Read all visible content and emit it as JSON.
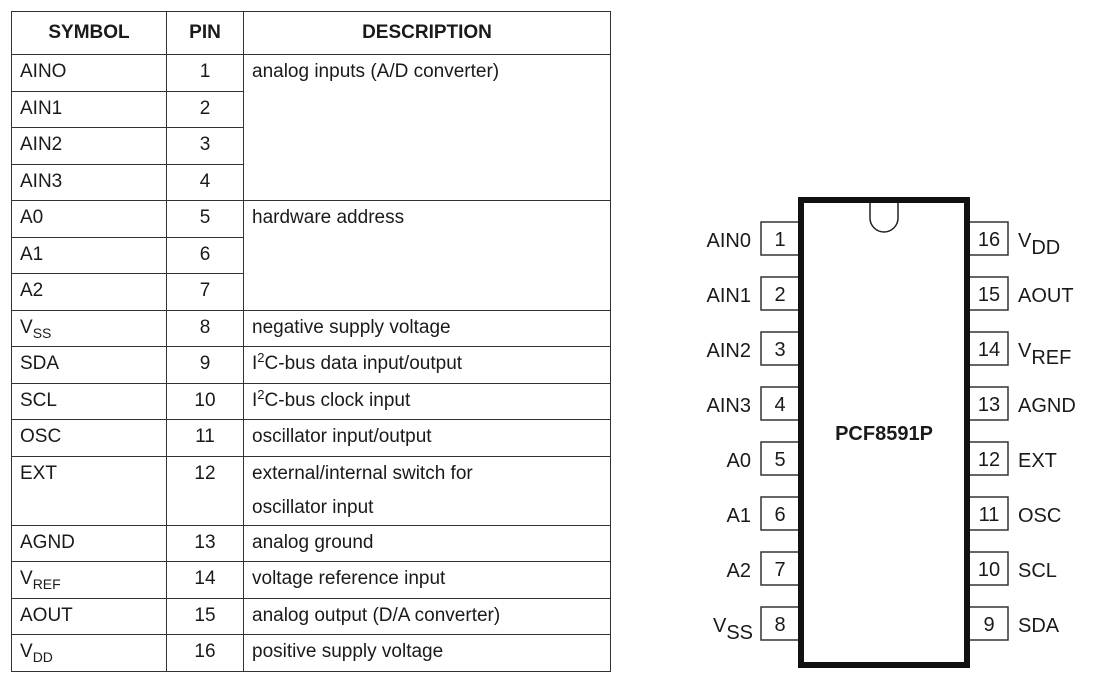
{
  "table": {
    "headers": [
      "SYMBOL",
      "PIN",
      "DESCRIPTION"
    ],
    "rows": [
      {
        "symbol": "AINO",
        "sub": "",
        "pin": "1"
      },
      {
        "symbol": "AIN1",
        "sub": "",
        "pin": "2"
      },
      {
        "symbol": "AIN2",
        "sub": "",
        "pin": "3"
      },
      {
        "symbol": "AIN3",
        "sub": "",
        "pin": "4"
      },
      {
        "symbol": "A0",
        "sub": "",
        "pin": "5"
      },
      {
        "symbol": "A1",
        "sub": "",
        "pin": "6"
      },
      {
        "symbol": "A2",
        "sub": "",
        "pin": "7"
      },
      {
        "symbol": "V",
        "sub": "SS",
        "pin": "8"
      },
      {
        "symbol": "SDA",
        "sub": "",
        "pin": "9"
      },
      {
        "symbol": "SCL",
        "sub": "",
        "pin": "10"
      },
      {
        "symbol": "OSC",
        "sub": "",
        "pin": "11"
      },
      {
        "symbol": "EXT",
        "sub": "",
        "pin": "12"
      },
      {
        "symbol": "AGND",
        "sub": "",
        "pin": "13"
      },
      {
        "symbol": "V",
        "sub": "REF",
        "pin": "14"
      },
      {
        "symbol": "AOUT",
        "sub": "",
        "pin": "15"
      },
      {
        "symbol": "V",
        "sub": "DD",
        "pin": "16"
      }
    ],
    "descriptions": {
      "analog_inputs": "analog inputs (A/D converter)",
      "hardware_address": "hardware address",
      "vss": "negative supply voltage",
      "sda_pre": "I",
      "sda_sup": "2",
      "sda_post": "C-bus data input/output",
      "scl_pre": "I",
      "scl_sup": "2",
      "scl_post": "C-bus clock input",
      "osc": "oscillator input/output",
      "ext_line1": "external/internal switch for",
      "ext_line2": "oscillator input",
      "agnd": "analog ground",
      "vref": "voltage reference input",
      "aout": "analog output (D/A converter)",
      "vdd": "positive supply voltage"
    }
  },
  "chip": {
    "part_number": "PCF8591P",
    "left_pins": [
      {
        "num": "1",
        "label": "AIN0",
        "sub": ""
      },
      {
        "num": "2",
        "label": "AIN1",
        "sub": ""
      },
      {
        "num": "3",
        "label": "AIN2",
        "sub": ""
      },
      {
        "num": "4",
        "label": "AIN3",
        "sub": ""
      },
      {
        "num": "5",
        "label": "A0",
        "sub": ""
      },
      {
        "num": "6",
        "label": "A1",
        "sub": ""
      },
      {
        "num": "7",
        "label": "A2",
        "sub": ""
      },
      {
        "num": "8",
        "label": "V",
        "sub": "SS"
      }
    ],
    "right_pins": [
      {
        "num": "16",
        "label": "V",
        "sub": "DD"
      },
      {
        "num": "15",
        "label": "AOUT",
        "sub": ""
      },
      {
        "num": "14",
        "label": "V",
        "sub": "REF"
      },
      {
        "num": "13",
        "label": "AGND",
        "sub": ""
      },
      {
        "num": "12",
        "label": "EXT",
        "sub": ""
      },
      {
        "num": "11",
        "label": "OSC",
        "sub": ""
      },
      {
        "num": "10",
        "label": "SCL",
        "sub": ""
      },
      {
        "num": "9",
        "label": "SDA",
        "sub": ""
      }
    ]
  }
}
